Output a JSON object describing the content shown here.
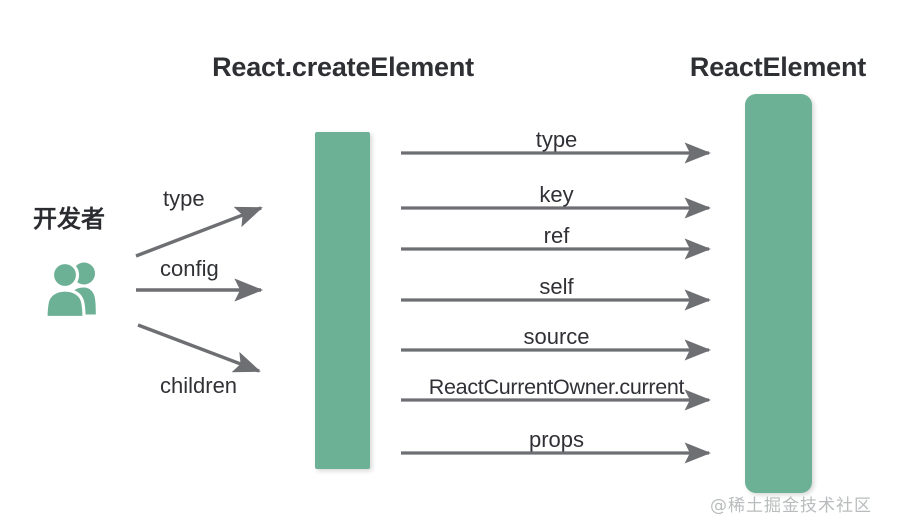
{
  "diagram": {
    "title_left": "React.createElement",
    "title_right": "ReactElement",
    "developer": {
      "label": "开发者",
      "icon": "users-icon"
    },
    "input_arrows": [
      {
        "label": "type",
        "direction": "up"
      },
      {
        "label": "config",
        "direction": "right"
      },
      {
        "label": "children",
        "direction": "down"
      }
    ],
    "output_arrows": [
      {
        "label": "type"
      },
      {
        "label": "key"
      },
      {
        "label": "ref"
      },
      {
        "label": "self"
      },
      {
        "label": "source"
      },
      {
        "label": "ReactCurrentOwner.current"
      },
      {
        "label": "props"
      }
    ],
    "colors": {
      "pillar_green": "#6cb195",
      "arrow_gray": "#6e6f73",
      "text_dark": "#2f3034",
      "background": "#ffffff",
      "watermark": "#b9bcbd"
    },
    "watermark": "@稀土掘金技术社区"
  }
}
